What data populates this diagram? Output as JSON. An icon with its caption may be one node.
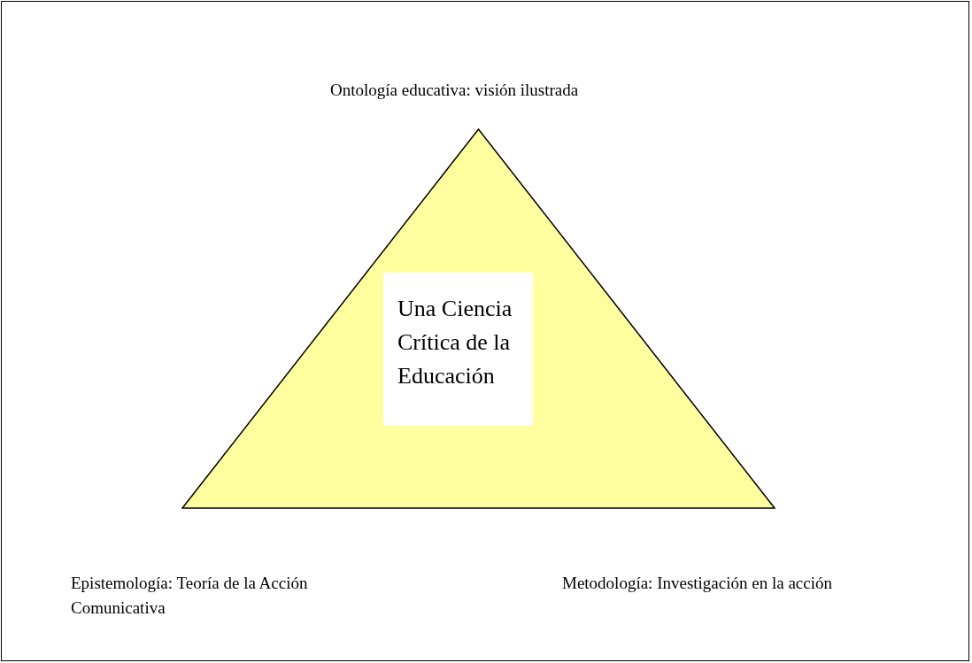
{
  "diagram": {
    "nodes": [
      {
        "text": [],
        "shape": "triangle"
      },
      {
        "text": [
          "Una Ciencia Crítica de la Educación"
        ],
        "in": 0
      }
    ],
    "edges": [],
    "labels": [
      "Ontología educativa: visión ilustrada",
      "Epistemología: Teoría de la Acción Comunicativa",
      "Metodología: Investigación en la acción"
    ]
  }
}
